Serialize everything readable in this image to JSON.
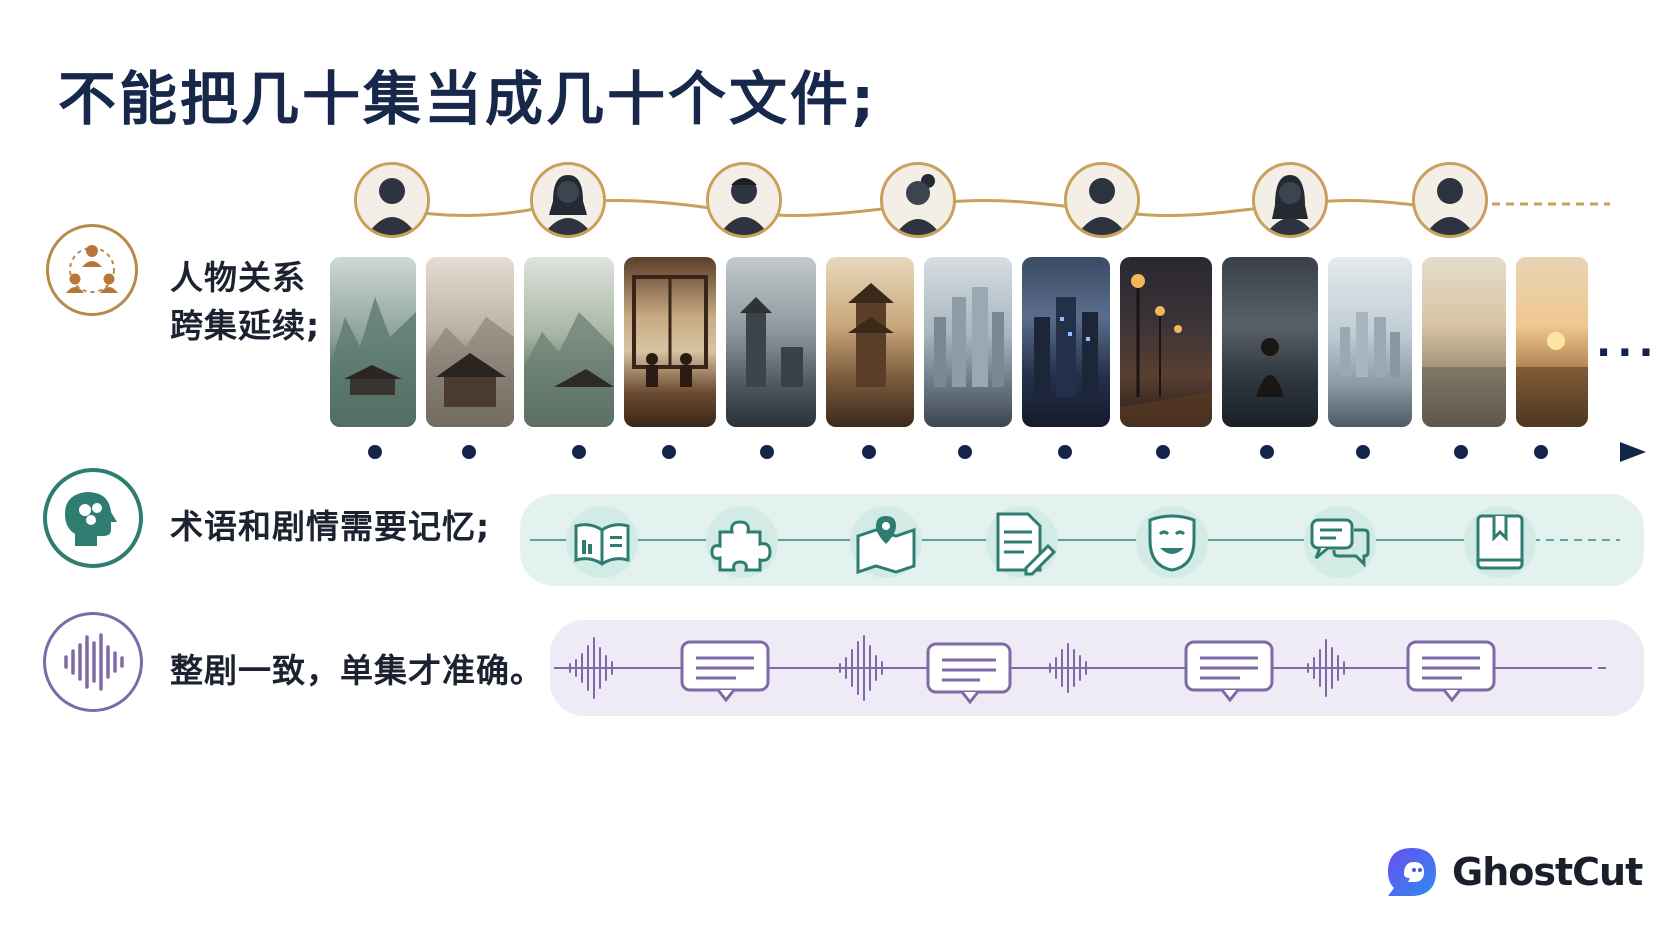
{
  "title": "不能把几十集当成几十个文件;",
  "rows": {
    "characters": {
      "label_line1": "人物关系",
      "label_line2": "跨集延续;"
    },
    "memory": {
      "label": "术语和剧情需要记忆;"
    },
    "consistency": {
      "label": "整剧一致，单集才准确。"
    }
  },
  "ellipsis": "···",
  "logo": {
    "text": "GhostCut"
  },
  "colors": {
    "navy": "#14254a",
    "gold": "#c8a15c",
    "teal": "#2f7d71",
    "teal_bg": "#e4f2ef",
    "purple": "#7d6aa6",
    "purple_bg": "#efebf6",
    "logo_blue": "#3c5cf0"
  },
  "icons": {
    "characters_row": "people-network-icon",
    "memory_row": "brain-head-icon",
    "consistency_row": "sound-wave-icon",
    "memory_items": [
      "open-book-icon",
      "puzzle-icon",
      "map-pin-icon",
      "document-pen-icon",
      "theater-mask-icon",
      "chat-bubbles-icon",
      "bookmark-book-icon"
    ]
  }
}
